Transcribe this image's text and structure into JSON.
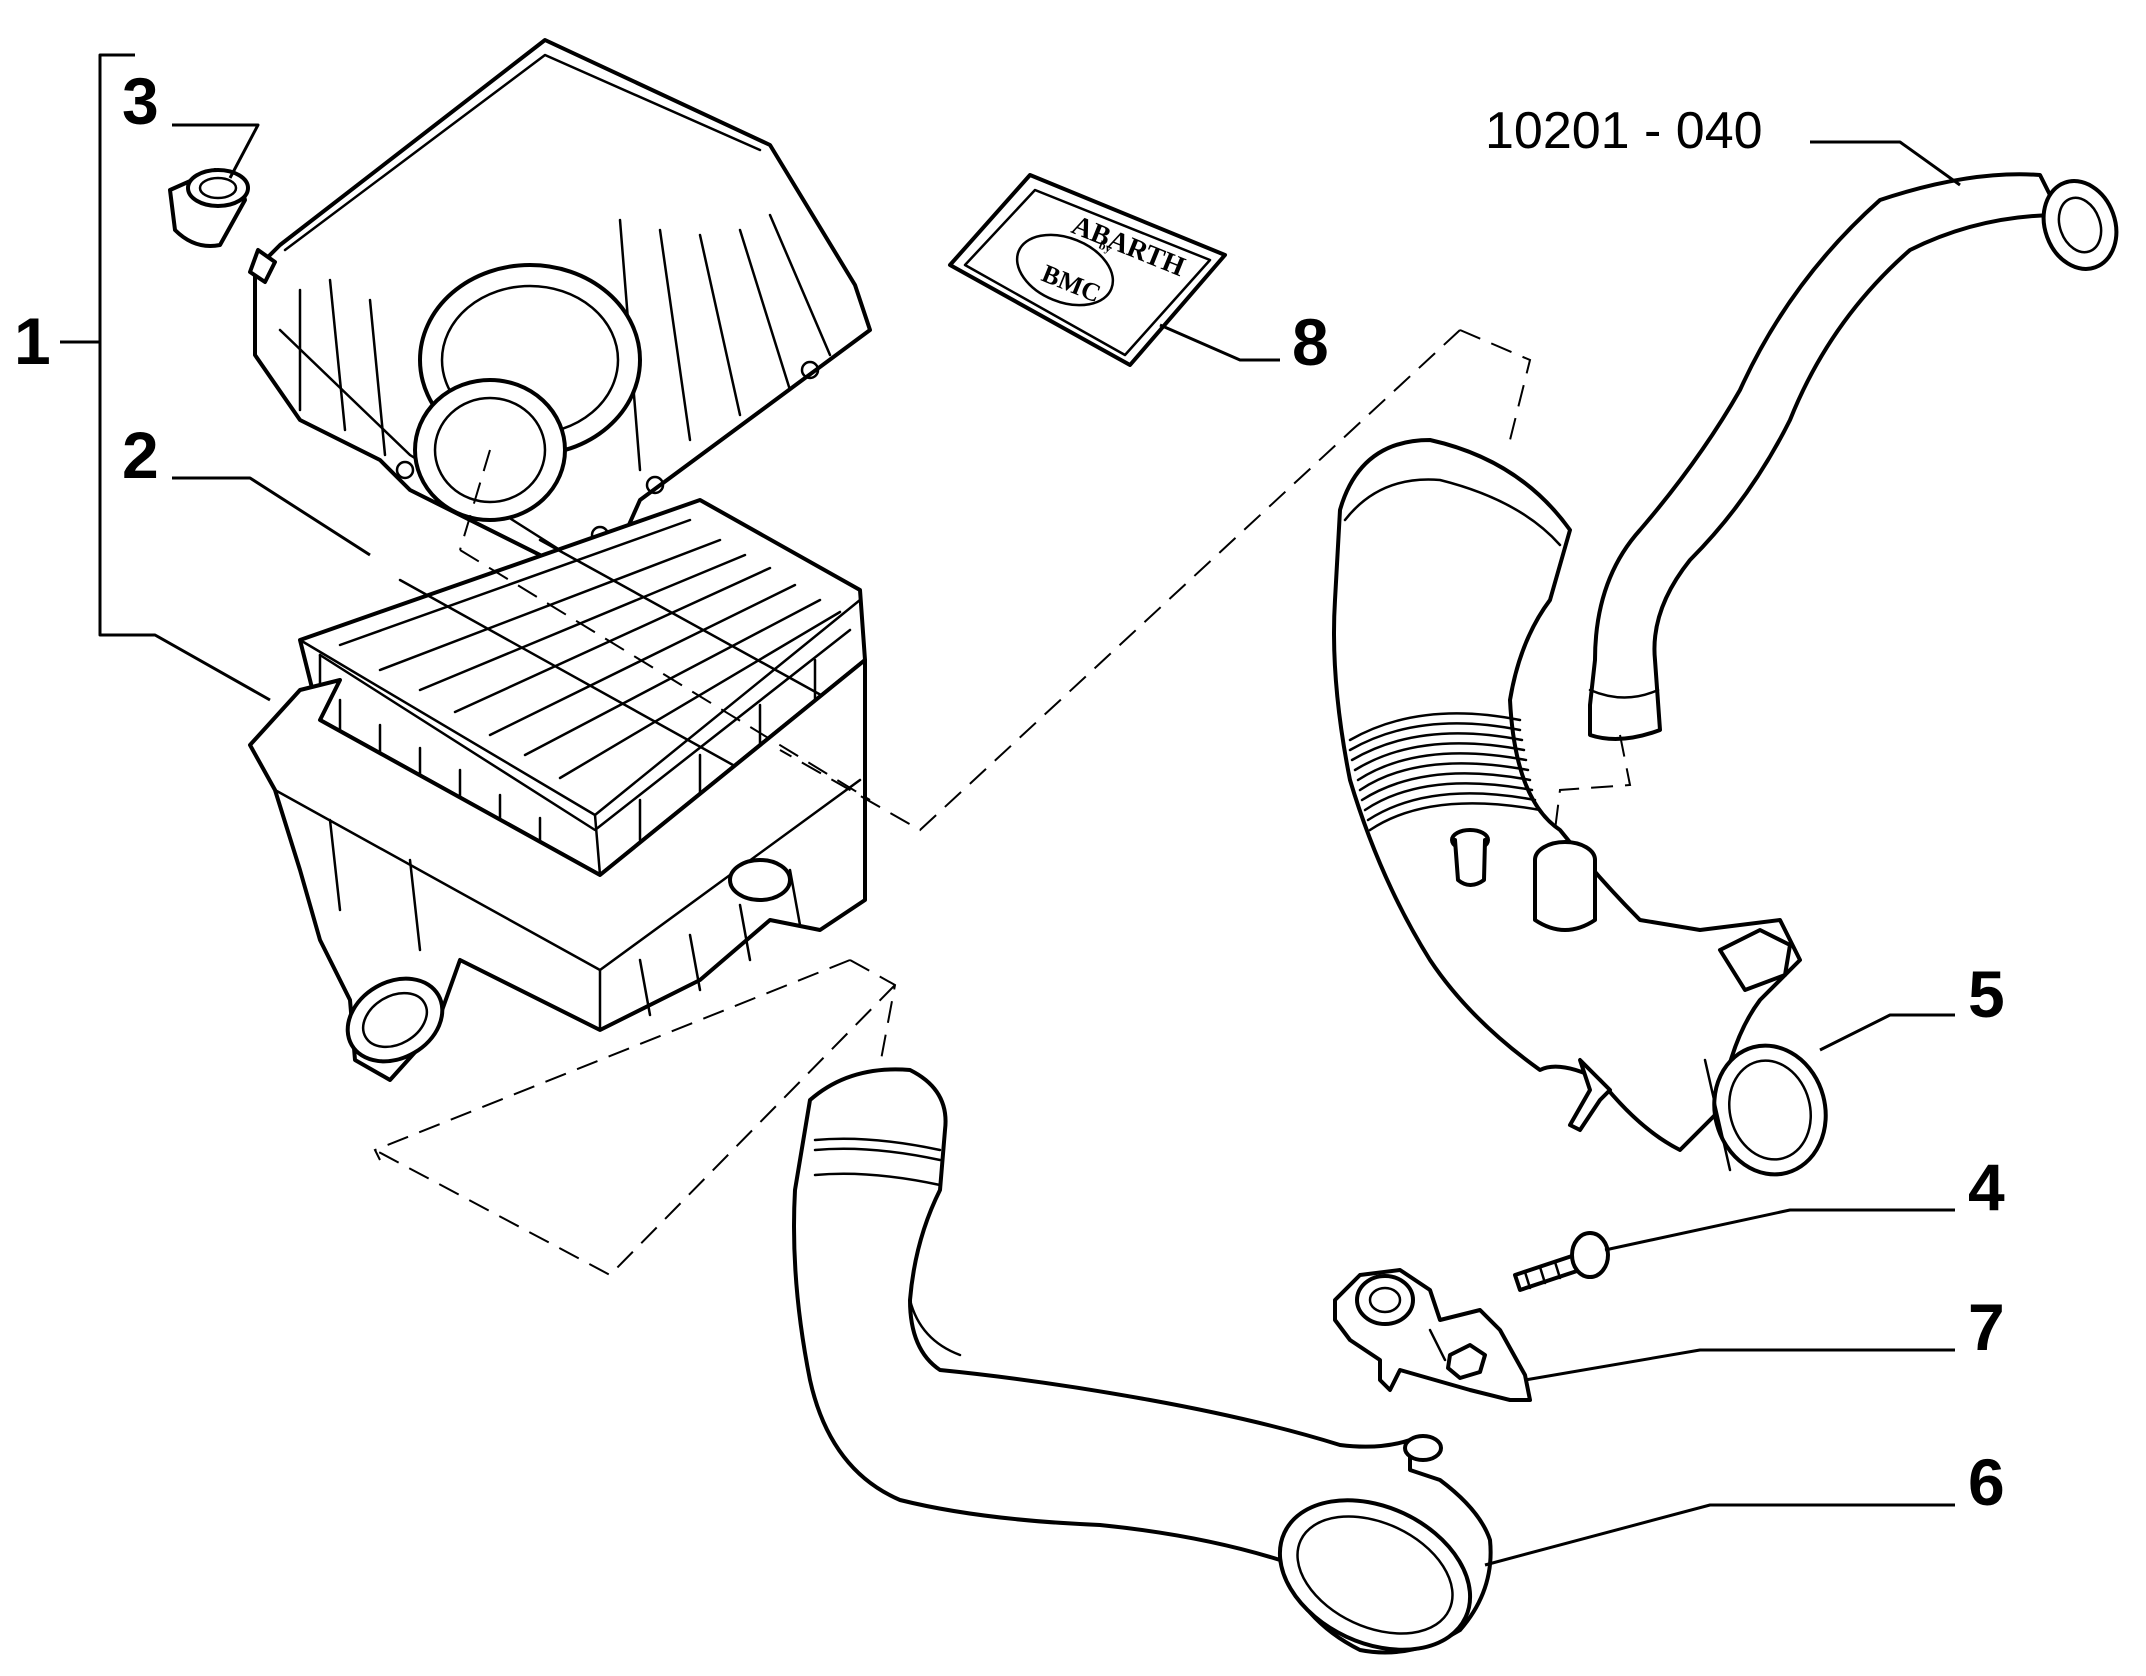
{
  "diagram": {
    "reference_code": "10201 - 040",
    "callouts": [
      "1",
      "2",
      "3",
      "4",
      "5",
      "6",
      "7",
      "8"
    ],
    "badge": {
      "brand": "ABARTH",
      "by": "by",
      "maker": "BMC"
    }
  }
}
